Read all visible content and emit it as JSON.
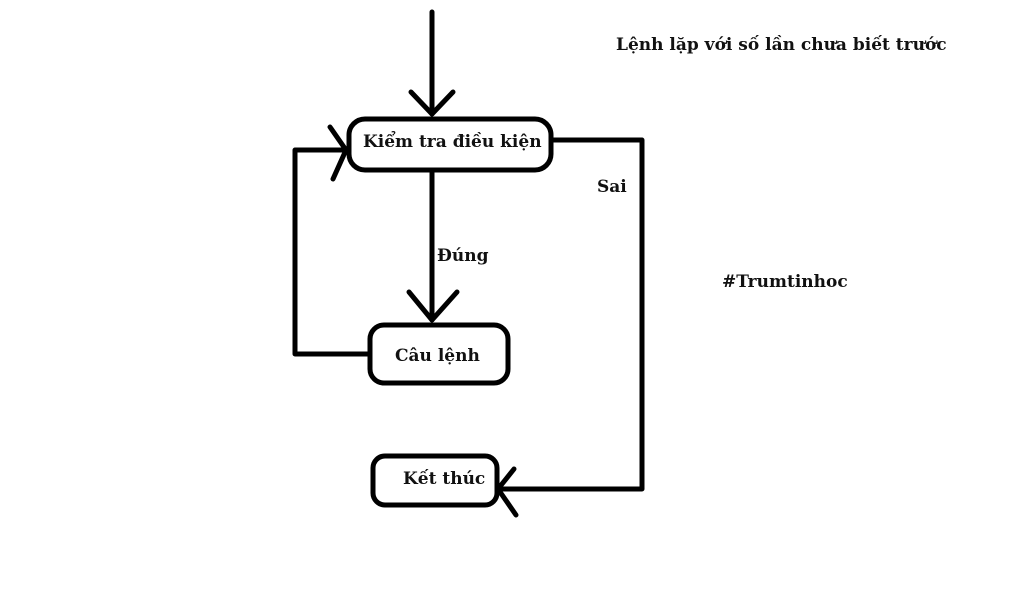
{
  "title": "Lệnh lặp với số lần chưa biết trước",
  "hashtag": "#Trumtinhoc",
  "nodes": {
    "check": "Kiểm tra điều kiện",
    "statement": "Câu lệnh",
    "end": "Kết thúc"
  },
  "edges": {
    "true_label": "Đúng",
    "false_label": "Sai"
  },
  "colors": {
    "stroke": "#000000",
    "text": "#111111",
    "background": "#ffffff"
  }
}
